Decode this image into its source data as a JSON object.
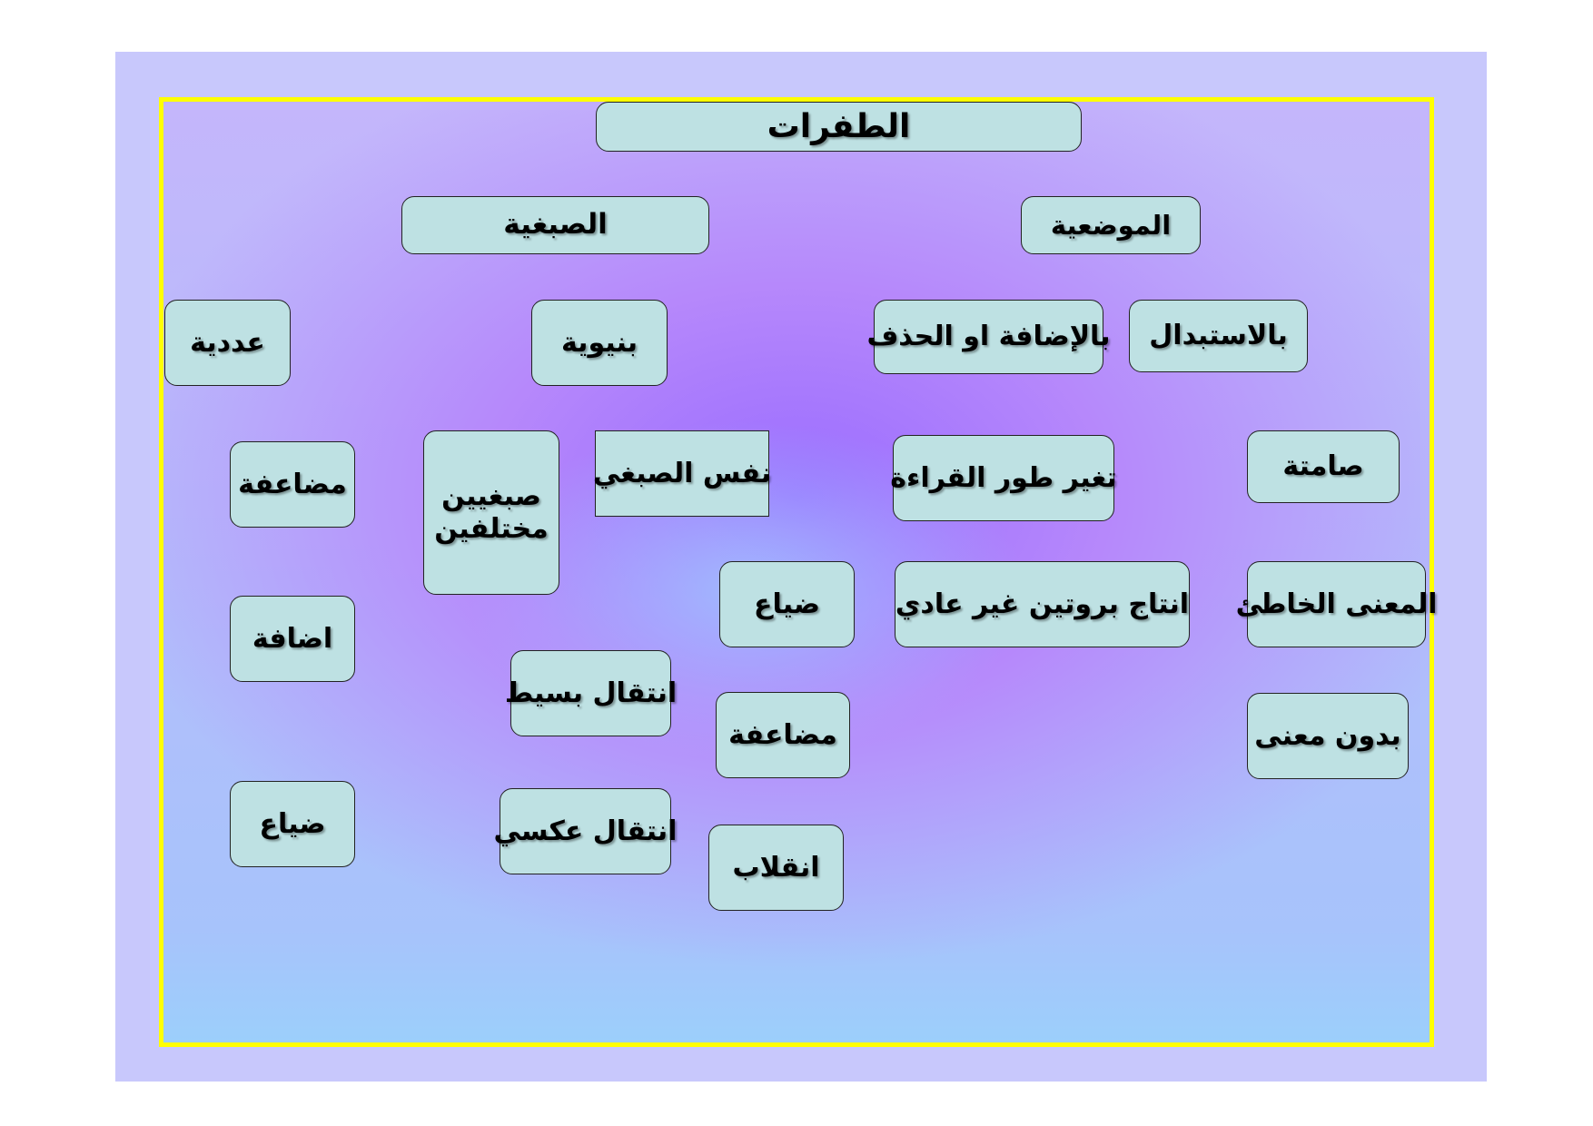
{
  "diagram": {
    "root": "الطفرات",
    "level1": {
      "left": "الصبغية",
      "right": "الموضعية"
    },
    "chromosomal": {
      "numeric": "عددية",
      "structural": "بنيوية",
      "numeric_items": [
        "مضاعفة",
        "اضافة",
        "ضياع"
      ],
      "different_chromosomes": "صبغيين مختلفين",
      "same_chromosome": "نفس الصبغي",
      "different_items": [
        "انتقال بسيط",
        "انتقال عكسي"
      ],
      "same_items": [
        "ضياع",
        "مضاعفة",
        "انقلاب"
      ]
    },
    "point": {
      "substitution": "بالاستبدال",
      "addition_deletion": "بالإضافة او الحذف",
      "substitution_items": [
        "صامتة",
        "المعنى الخاطئ",
        "بدون معنى"
      ],
      "frameshift": "تغير طور القراءة",
      "abnormal_protein": "انتاج بروتين غير عادي"
    }
  }
}
